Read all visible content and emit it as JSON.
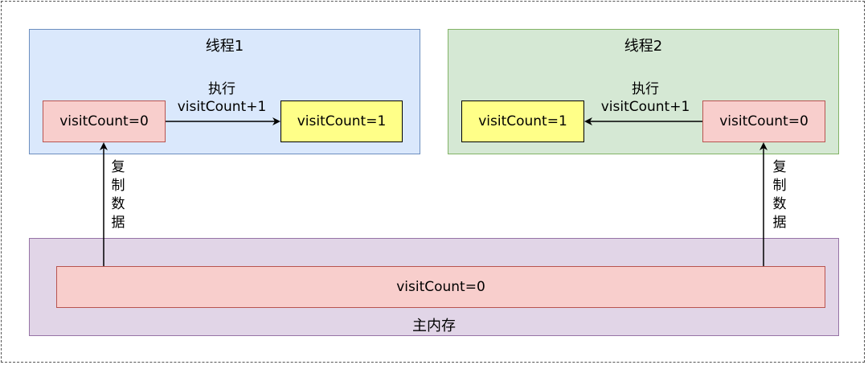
{
  "colors": {
    "thread1_fill": "#dae8fc",
    "thread1_border": "#6c8ebf",
    "thread2_fill": "#d5e8d4",
    "thread2_border": "#82b366",
    "memory_fill": "#e1d5e7",
    "memory_border": "#9673a6",
    "red_fill": "#f8cecc",
    "red_border": "#b85450",
    "yellow_fill": "#ffff88",
    "yellow_border": "#000000"
  },
  "thread1": {
    "title": "线程1",
    "source_value": "visitCount=0",
    "result_value": "visitCount=1",
    "action_line1": "执行",
    "action_line2": "visitCount+1"
  },
  "thread2": {
    "title": "线程2",
    "source_value": "visitCount=0",
    "result_value": "visitCount=1",
    "action_line1": "执行",
    "action_line2": "visitCount+1"
  },
  "memory": {
    "title": "主内存",
    "value": "visitCount=0"
  },
  "copy_label": {
    "chars": [
      "复",
      "制",
      "数",
      "据"
    ]
  }
}
